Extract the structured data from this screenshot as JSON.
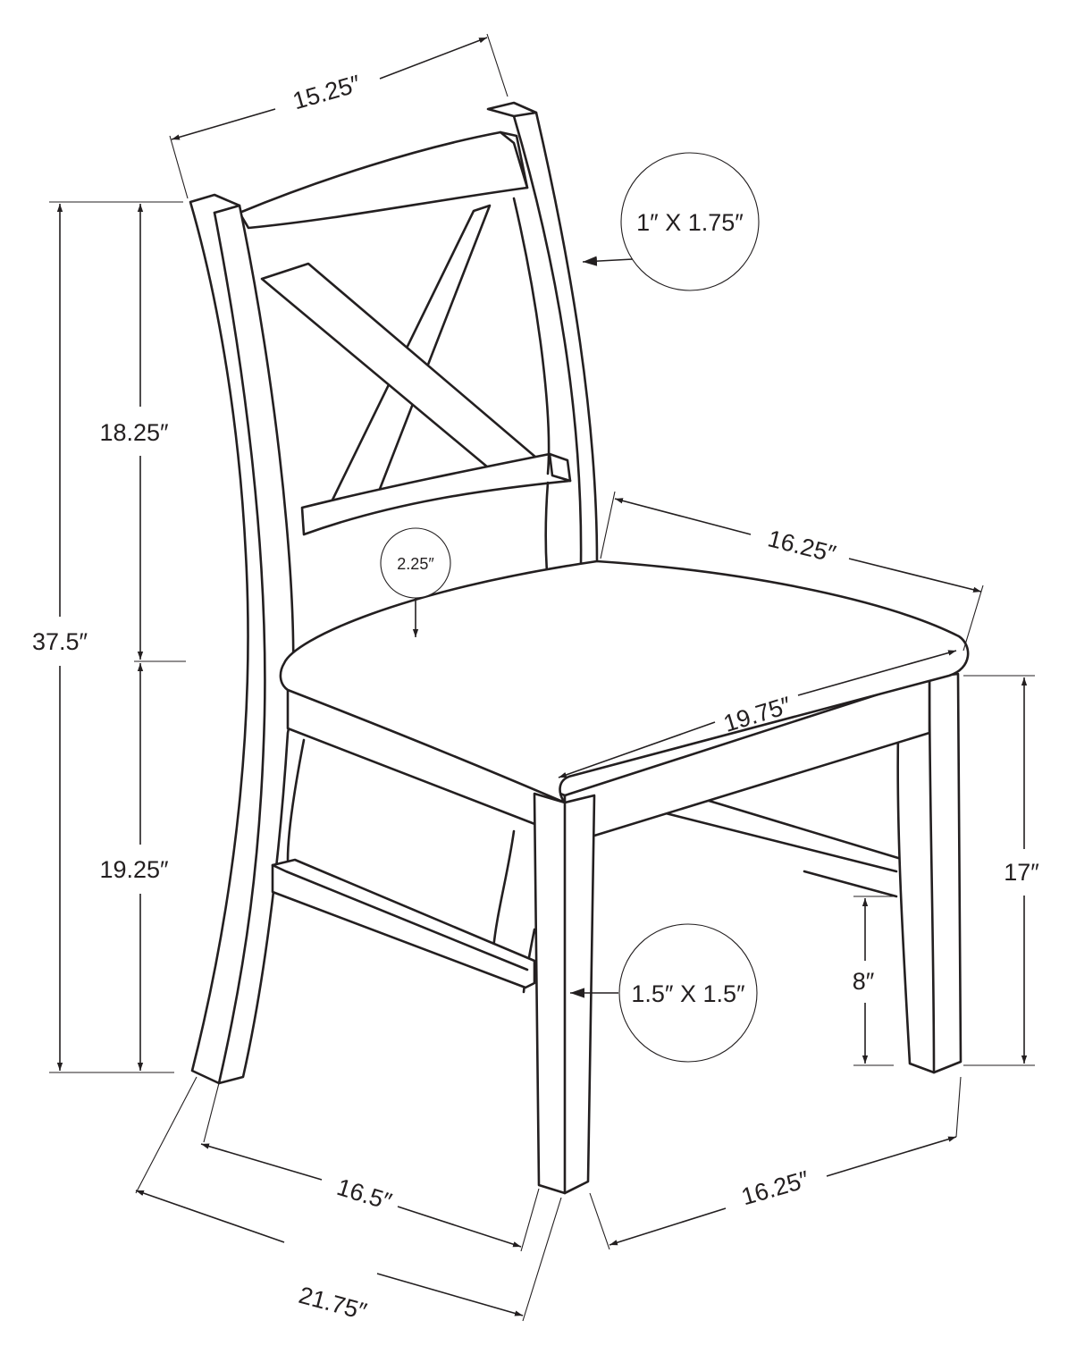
{
  "diagram": {
    "subject": "chair",
    "line_color": "#231f20",
    "dimensions": {
      "back_width": "15.25″",
      "back_height": "18.25″",
      "total_height": "37.5″",
      "seat_to_floor_left": "19.25″",
      "seat_depth": "16.25″",
      "seat_width": "19.75″",
      "seat_height": "17″",
      "stretcher_height": "8″",
      "base_width": "16.5″",
      "overall_depth": "21.75″",
      "base_depth": "16.25″"
    },
    "callouts": {
      "back_post": "1″ X 1.75″",
      "seat_thickness": "2.25″",
      "leg": "1.5″ X 1.5″"
    }
  }
}
